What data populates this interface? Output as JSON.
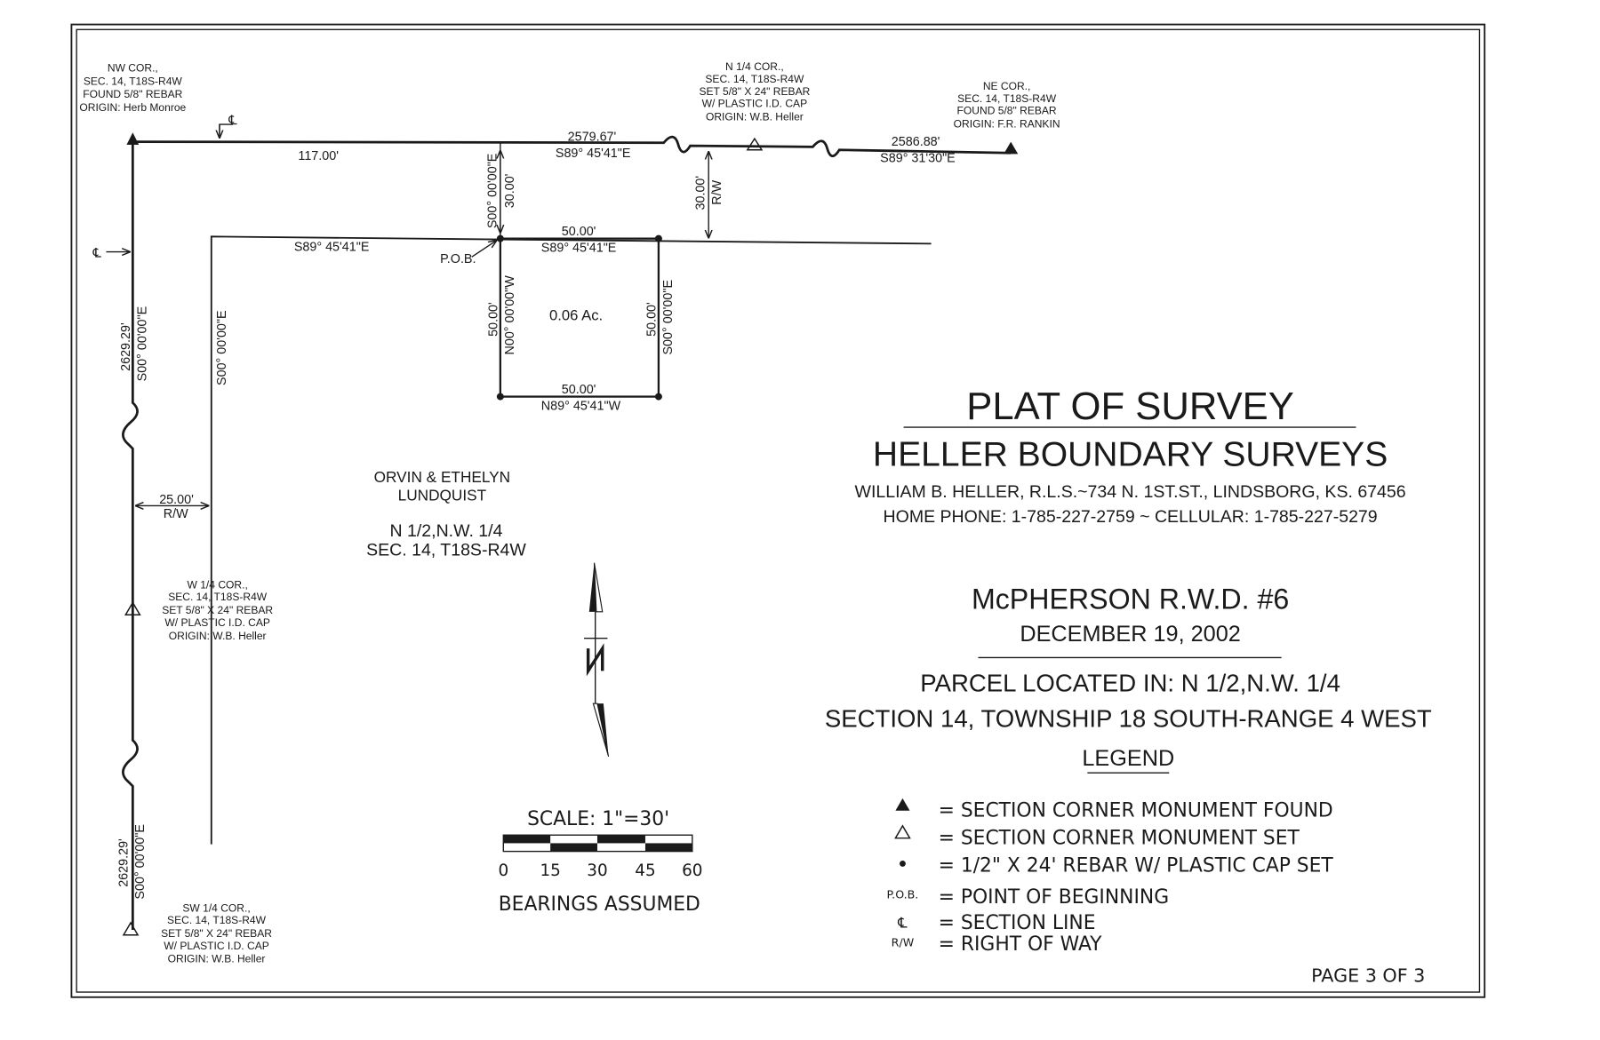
{
  "plat": {
    "page": "PAGE 3 OF 3",
    "title": "PLAT OF SURVEY",
    "firm": "HELLER BOUNDARY SURVEYS",
    "info1": "WILLIAM  B. HELLER, R.L.S.~734  N. 1ST.ST., LINDSBORG, KS. 67456",
    "info2": "HOME PHONE: 1-785-227-2759 ~ CELLULAR: 1-785-227-5279",
    "project": "McPHERSON  R.W.D. #6",
    "date": "DECEMBER  19, 2002",
    "parcel1": "PARCEL  LOCATED  IN: N  1/2,N.W. 1/4",
    "parcel2": "SECTION  14, TOWNSHIP  18  SOUTH-RANGE  4  WEST",
    "legend_title": "LEGEND",
    "legend": [
      {
        "symbol": "filled-triangle",
        "text": "= SECTION  CORNER  MONUMENT  FOUND"
      },
      {
        "symbol": "open-triangle",
        "text": "= SECTION  CORNER  MONUMENT  SET"
      },
      {
        "symbol": "dot",
        "text": "= 1/2\" X  24'  REBAR  W/  PLASTIC  CAP  SET"
      },
      {
        "symbol": "P.O.B.",
        "text": "= POINT  OF  BEGINNING"
      },
      {
        "symbol": "section-line",
        "text": "= SECTION  LINE"
      },
      {
        "symbol": "R/W",
        "text": "= RIGHT  OF  WAY"
      }
    ],
    "scale_label": "SCALE: 1\"=30'",
    "scale_ticks": [
      "0",
      "15",
      "30",
      "45",
      "60"
    ],
    "bearings_note": "BEARINGS  ASSUMED",
    "owner": {
      "name1": "ORVIN & ETHELYN",
      "name2": "LUNDQUIST",
      "loc1": "N  1/2,N.W. 1/4",
      "loc2": "SEC. 14, T18S-R4W"
    },
    "area": "0.06  Ac.",
    "pob": "P.O.B.",
    "corners": {
      "nw": [
        "NW  COR.,",
        "SEC. 14,  T18S-R4W",
        "FOUND  5/8\"  REBAR",
        "ORIGIN: Herb  Monroe"
      ],
      "n14": [
        "N  1/4  COR.,",
        "SEC. 14,  T18S-R4W",
        "SET  5/8\" X 24\" REBAR",
        "W/  PLASTIC  I.D.  CAP",
        "ORIGIN: W.B. Heller"
      ],
      "ne": [
        "NE  COR.,",
        "SEC. 14,  T18S-R4W",
        "FOUND  5/8\"  REBAR",
        "ORIGIN: F.R. RANKIN"
      ],
      "w14": [
        "W  1/4  COR.,",
        "SEC. 14,  T18S-R4W",
        "SET  5/8\" X 24\" REBAR",
        "W/  PLASTIC  I.D.  CAP",
        "ORIGIN: W.B. Heller"
      ],
      "sw14": [
        "SW  1/4  COR.,",
        "SEC. 14,  T18S-R4W",
        "SET  5/8\" X 24\" REBAR",
        "W/  PLASTIC  I.D.  CAP",
        "ORIGIN: W.B. Heller"
      ]
    },
    "dims": {
      "d117": "117.00'",
      "d2579": "2579.67'",
      "b_north_w": "S89° 45'41\"E",
      "d2586": "2586.88'",
      "b_north_e": "S89° 31'30\"E",
      "d30": "30.00'",
      "b_s00": "S00° 00'00\"E",
      "d30rw": "30.00'",
      "rw": "R/W",
      "b_row": "S89° 45'41\"E",
      "d50_top": "50.00'",
      "b_top": "S89° 45'41\"E",
      "d50_left": "50.00'",
      "b_left": "N00° 00'00\"W",
      "d50_right": "50.00'",
      "b_right": "S00° 00'00\"E",
      "d50_bot": "50.00'",
      "b_bot": "N89° 45'41\"W",
      "d2629a": "2629.29'",
      "b_west_a": "S00° 00'00\"E",
      "b_row_v": "S00° 00'00\"E",
      "d25": "25.00'",
      "rw25": "R/W",
      "d2629b": "2629.29'",
      "b_west_b": "S00° 00'00\"E",
      "cl": "℄"
    }
  }
}
